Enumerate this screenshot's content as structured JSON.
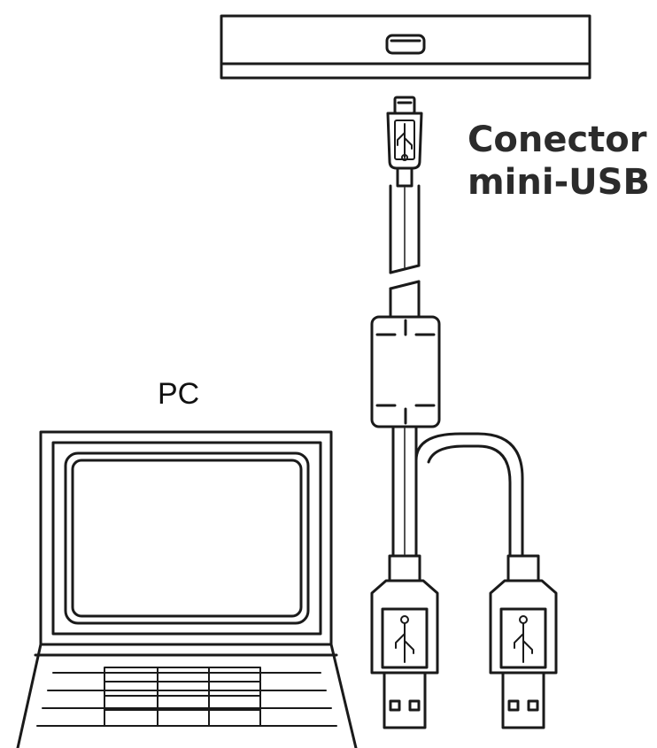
{
  "labels": {
    "pc": "PC",
    "connector_line1": "Conector",
    "connector_line2": "mini-USB"
  },
  "colors": {
    "stroke": "#1a1a1a",
    "fill": "#ffffff",
    "label_dark": "#2b2b2b"
  },
  "icons": [
    "usb-trident-icon"
  ]
}
